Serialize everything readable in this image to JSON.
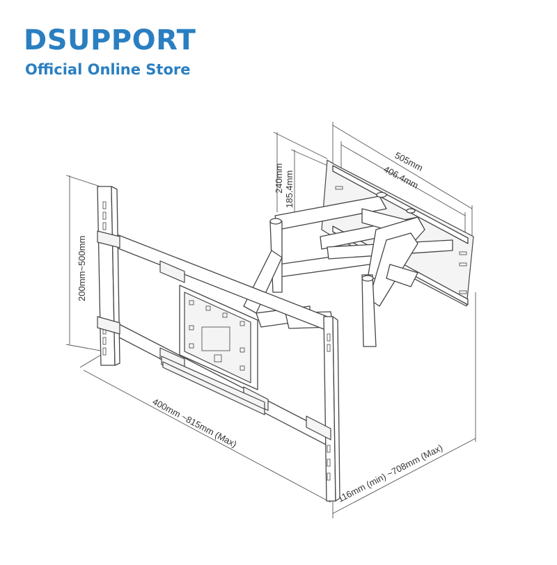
{
  "header": {
    "brand": "DSUPPORT",
    "tagline": "Official Online Store"
  },
  "colors": {
    "brand": "#2a7fc1",
    "line": "#444444"
  },
  "dimensions": {
    "vertical_wall_span": "200mm~500mm",
    "height_outer": "240mm",
    "height_inner": "185.4mm",
    "width_outer": "505mm",
    "width_inner": "406.4mm",
    "horizontal_span": "400mm ~815mm (Max)",
    "extension": "116mm (min) ~708mm (Max)"
  }
}
